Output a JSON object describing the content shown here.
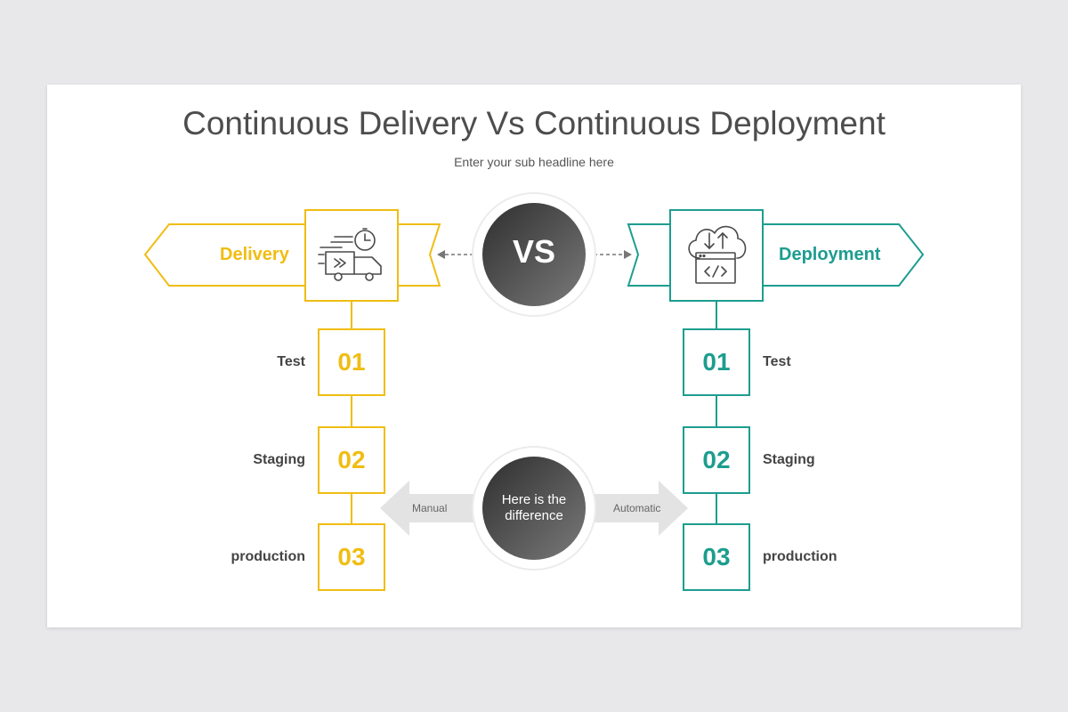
{
  "title": "Continuous Delivery Vs Continuous Deployment",
  "subtitle": "Enter your sub headline here",
  "colors": {
    "delivery": "#f0bd12",
    "deployment": "#1d9d8f",
    "circle_dark": "#3f3f3f"
  },
  "delivery": {
    "label": "Delivery",
    "icon": "delivery-truck-icon",
    "steps": [
      {
        "number": "01",
        "label": "Test"
      },
      {
        "number": "02",
        "label": "Staging"
      },
      {
        "number": "03",
        "label": "production"
      }
    ]
  },
  "deployment": {
    "label": "Deployment",
    "icon": "cloud-code-icon",
    "steps": [
      {
        "number": "01",
        "label": "Test"
      },
      {
        "number": "02",
        "label": "Staging"
      },
      {
        "number": "03",
        "label": "production"
      }
    ]
  },
  "vs_label": "VS",
  "difference": {
    "text": "Here is the difference",
    "left_label": "Manual",
    "right_label": "Automatic"
  }
}
